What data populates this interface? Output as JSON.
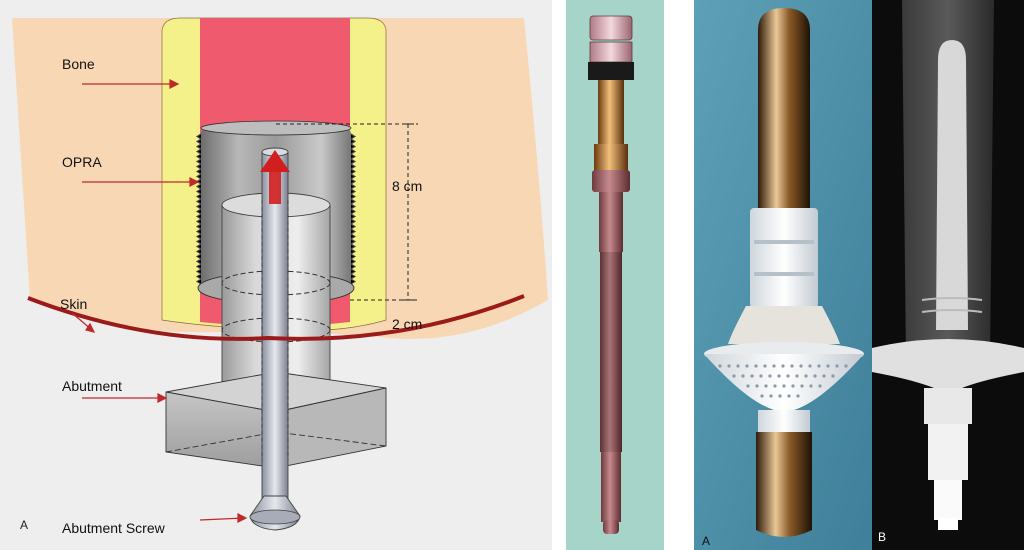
{
  "diagram": {
    "labels": {
      "bone": "Bone",
      "opra": "OPRA",
      "skin": "Skin",
      "abutment": "Abutment",
      "abutment_screw": "Abutment Screw",
      "dim_8cm": "8 cm",
      "dim_2cm": "2 cm",
      "panel_letter": "A"
    },
    "colors": {
      "soft_tissue": "#f8d8b4",
      "cortex": "#f4f08a",
      "marrow": "#f05a6e",
      "skin_line": "#9b1a1a",
      "arrow": "#d21e1e",
      "metal": "#8a8a8a"
    }
  },
  "photo_labels": {
    "implant_photo": "A",
    "xray": "B"
  }
}
